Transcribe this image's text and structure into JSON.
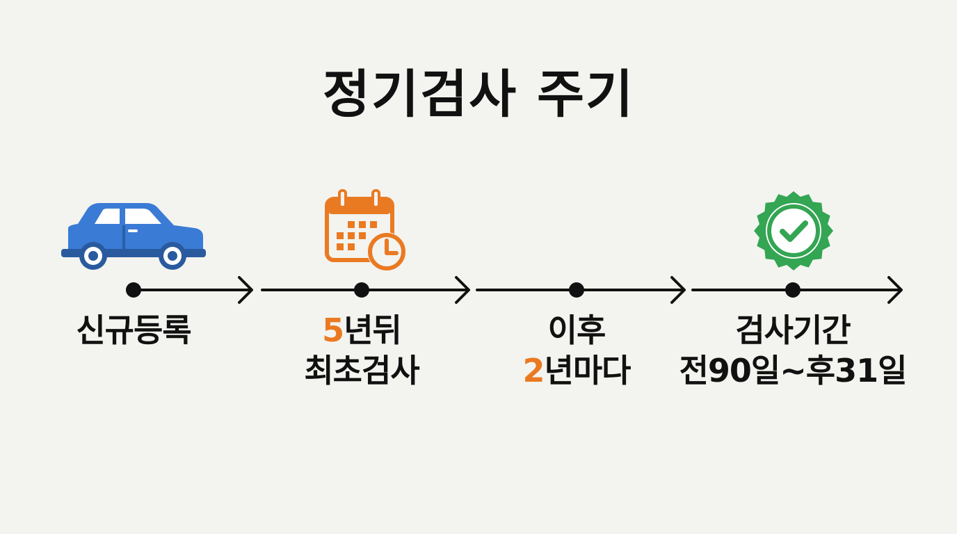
{
  "title": "정기검사 주기",
  "steps": [
    {
      "icon": "car-icon",
      "lines": [
        {
          "num": "",
          "text": "신규등록"
        }
      ]
    },
    {
      "icon": "calendar-clock-icon",
      "lines": [
        {
          "num": "5",
          "text": "년뒤"
        },
        {
          "num": "",
          "text": "최초검사"
        }
      ]
    },
    {
      "icon": "",
      "lines": [
        {
          "num": "",
          "text": "이후"
        },
        {
          "num": "2",
          "text": "년마다"
        }
      ]
    },
    {
      "icon": "check-badge-icon",
      "lines": [
        {
          "num": "",
          "text": "검사기간"
        },
        {
          "num": "",
          "text": "전90일~후31일"
        }
      ]
    }
  ],
  "colors": {
    "background": "#f3f4ef",
    "text": "#111111",
    "highlight": "#ea7a22",
    "car": "#3a7bd5",
    "calendar": "#ea7a22",
    "badge": "#33a553"
  }
}
